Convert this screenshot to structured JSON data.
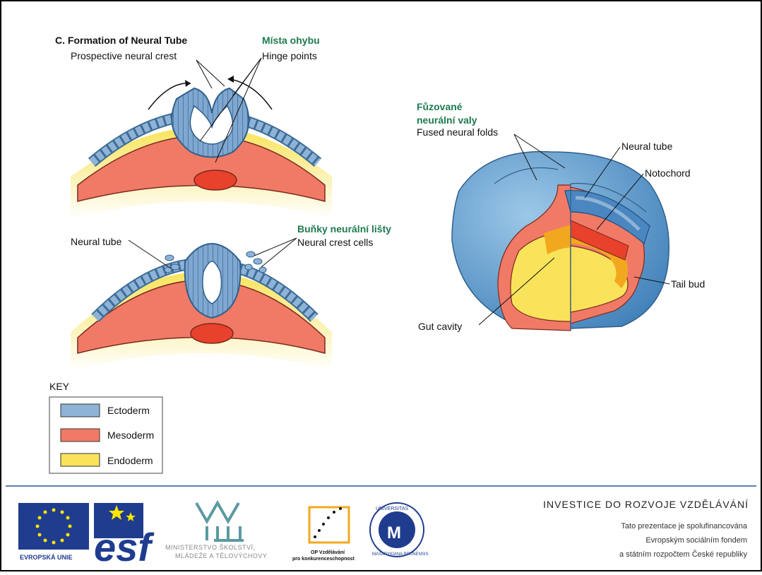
{
  "diagram_top": {
    "title": "C. Formation of Neural Tube",
    "label_prospective": "Prospective neural crest",
    "label_hinge_cz": "Místa ohybu",
    "label_hinge": "Hinge points"
  },
  "diagram_mid": {
    "label_neural_tube": "Neural tube",
    "label_crest_cz": "Buňky neurální lišty",
    "label_crest": "Neural crest cells"
  },
  "diagram_right": {
    "label_fused_cz_1": "Fůzované",
    "label_fused_cz_2": "neurální valy",
    "label_fused": "Fused neural folds",
    "label_neural_tube": "Neural tube",
    "label_notochord": "Notochord",
    "label_tail_bud": "Tail bud",
    "label_gut": "Gut cavity"
  },
  "key": {
    "title": "KEY",
    "items": [
      {
        "label": "Ectoderm",
        "color": "#8fb3d6"
      },
      {
        "label": "Mesoderm",
        "color": "#f07a66"
      },
      {
        "label": "Endoderm",
        "color": "#f8e35a"
      }
    ]
  },
  "footer": {
    "eu_caption": "EVROPSKÁ UNIE",
    "esf_text": "esf",
    "msmt_caption_1": "MINISTERSTVO ŠKOLSTVÍ,",
    "msmt_caption_2": "MLÁDEŽE A TĚLOVÝCHOVY",
    "op_caption_1": "OP Vzdělávání",
    "op_caption_2": "pro konkurenceschopnost",
    "muni_top": "UNIVERSITAS",
    "muni_bottom": "MASARYKIANA BRUNENSIS",
    "invest_title": "INVESTICE DO ROZVOJE VZDĚLÁVÁNÍ",
    "invest_line_1": "Tato prezentace je spolufinancována",
    "invest_line_2": "Evropským sociálním fondem",
    "invest_line_3": "a státním rozpočtem České republiky"
  },
  "colors": {
    "ectoderm": "#8fb3d6",
    "mesoderm": "#f07a66",
    "endoderm": "#f8e35a",
    "label_green": "#1f7a4f",
    "footer_line": "#5b7fb0"
  }
}
